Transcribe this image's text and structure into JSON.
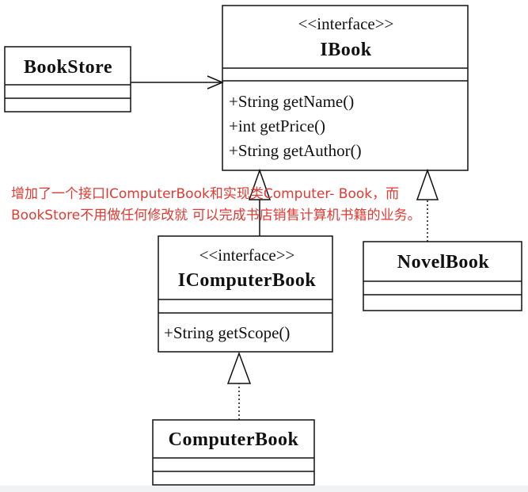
{
  "diagram": {
    "classes": {
      "ibook": {
        "stereotype": "<<interface>>",
        "name": "IBook",
        "methods": [
          "+String getName()",
          "+int getPrice()",
          "+String getAuthor()"
        ]
      },
      "bookstore": {
        "name": "BookStore"
      },
      "icomputerbook": {
        "stereotype": "<<interface>>",
        "name": "IComputerBook",
        "methods": [
          "+String getScope()"
        ]
      },
      "novelbook": {
        "name": "NovelBook"
      },
      "computerbook": {
        "name": "ComputerBook"
      }
    },
    "note": {
      "line1": "增加了一个接口IComputerBook和实现类Computer- Book，而",
      "line2": "BookStore不用做任何修改就 可以完成书店销售计算机书籍的业务。"
    },
    "colors": {
      "note": "#e03a32",
      "line": "#111111",
      "background": "#ffffff"
    }
  }
}
